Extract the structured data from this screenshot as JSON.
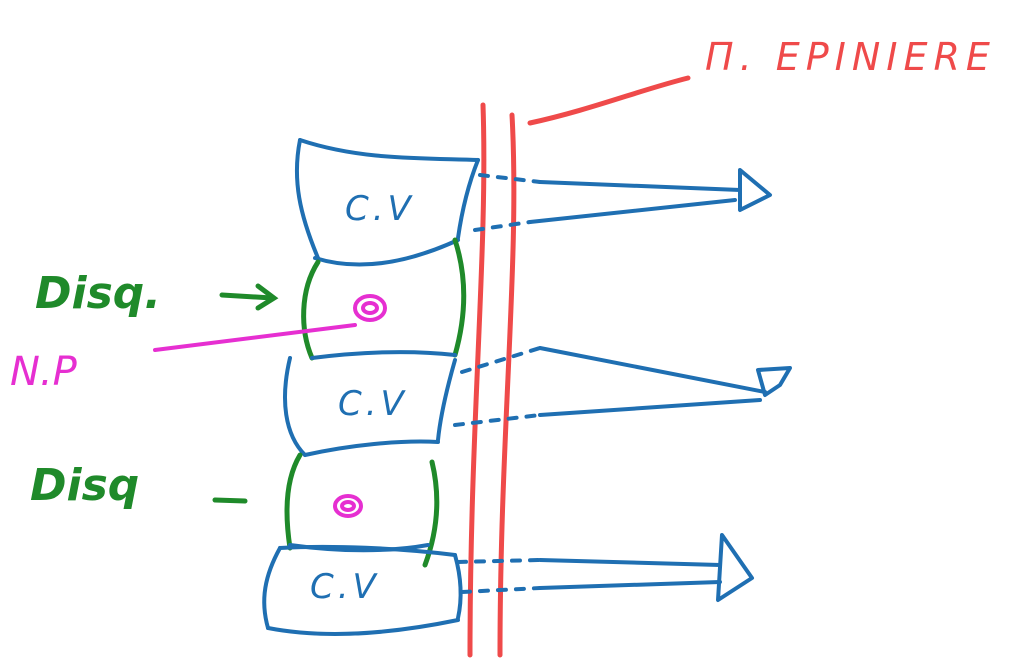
{
  "labels": {
    "spinal_cord": "Π. EPINIERE",
    "disc_upper": "Disq.",
    "disc_lower": "Disq",
    "nucleus": "N.P",
    "vertebra_1": "C.V",
    "vertebra_2": "C.V",
    "vertebra_3": "C.V"
  },
  "colors": {
    "vertebra": "#1f6fb2",
    "disc": "#1f8a2a",
    "nucleus": "#e62fd1",
    "spinal_cord": "#ef4a4a",
    "nerve": "#1f6fb2"
  }
}
